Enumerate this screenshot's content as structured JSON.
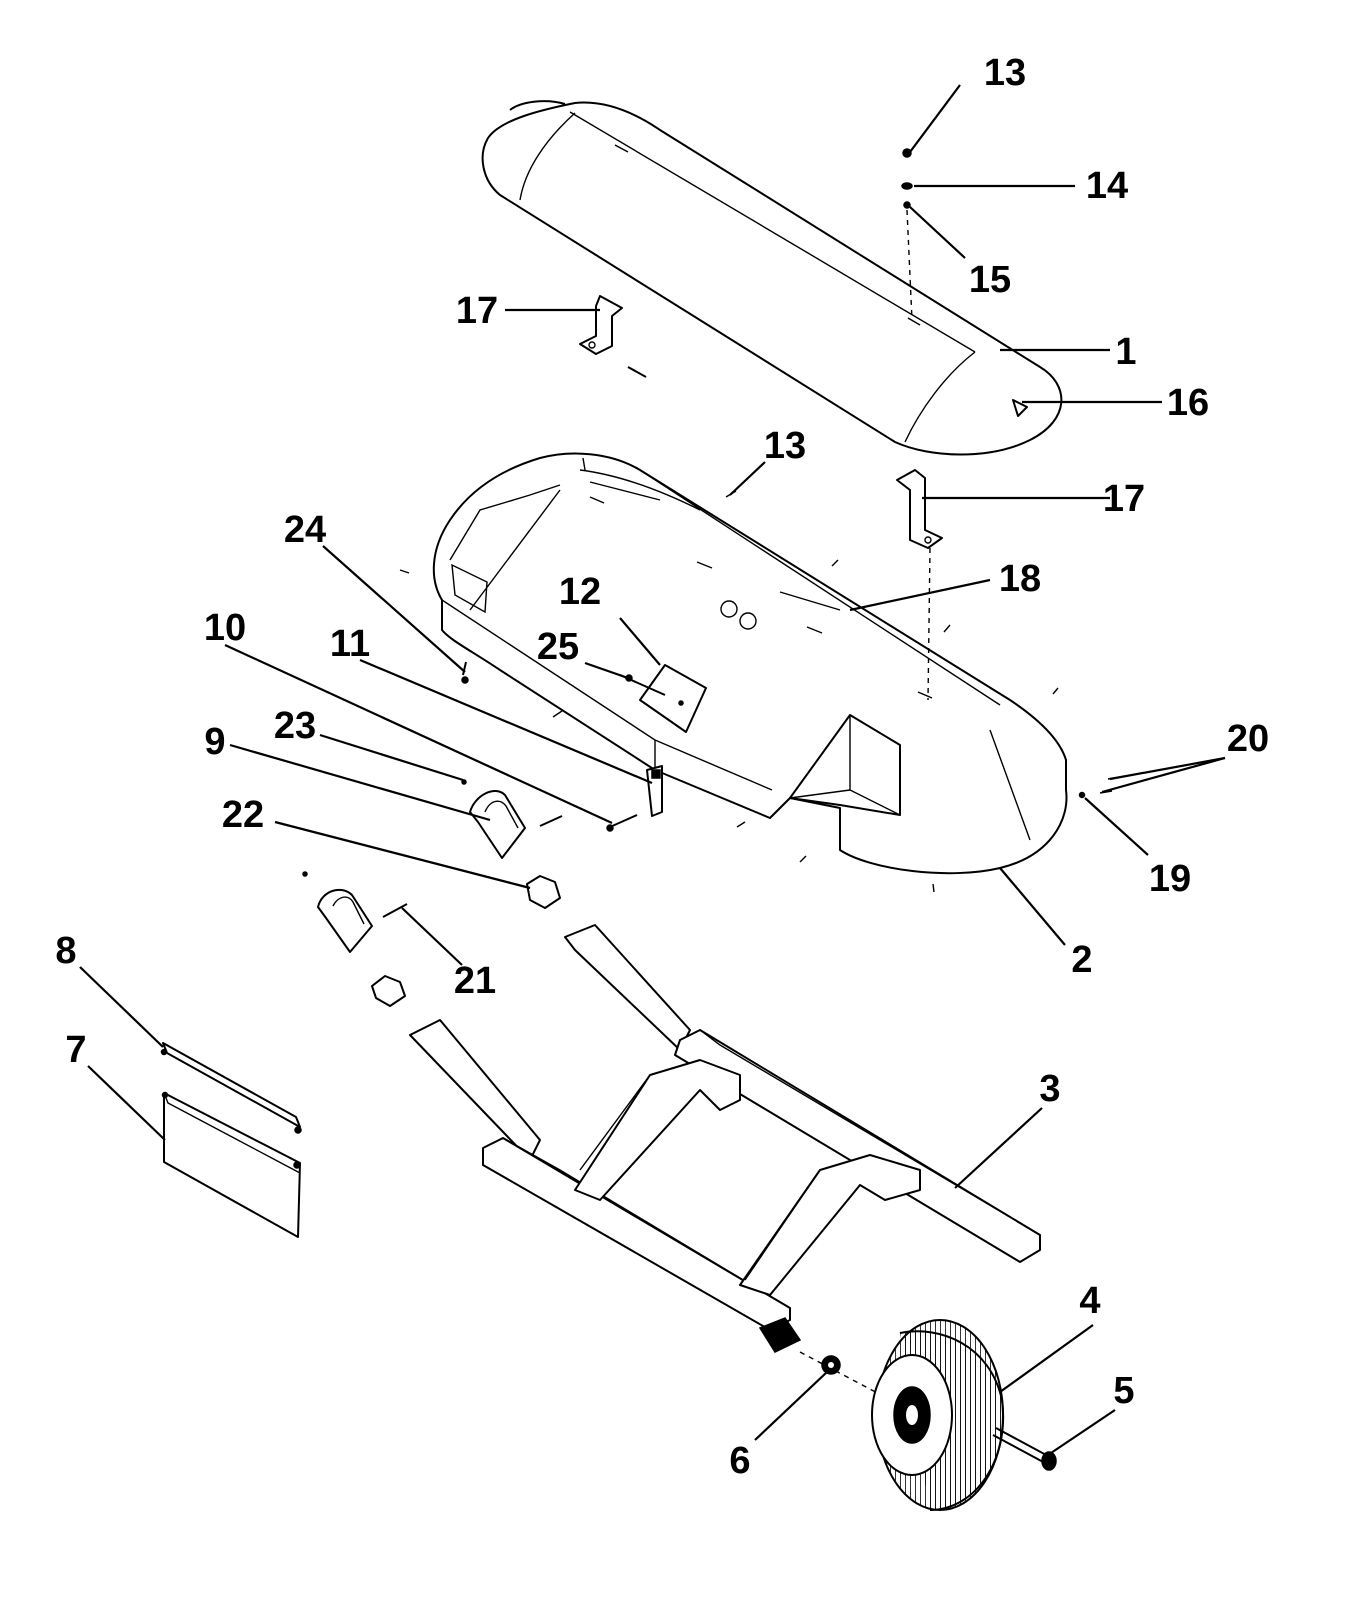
{
  "callouts": {
    "c1": "1",
    "c2": "2",
    "c3": "3",
    "c4": "4",
    "c5": "5",
    "c6": "6",
    "c7": "7",
    "c8": "8",
    "c9": "9",
    "c10": "10",
    "c11": "11",
    "c12": "12",
    "c13a": "13",
    "c13b": "13",
    "c14": "14",
    "c15": "15",
    "c16": "16",
    "c17a": "17",
    "c17b": "17",
    "c18": "18",
    "c19": "19",
    "c20": "20",
    "c21": "21",
    "c22": "22",
    "c23": "23",
    "c24": "24",
    "c25": "25"
  },
  "colors": {
    "line": "#000000",
    "background": "#ffffff"
  }
}
